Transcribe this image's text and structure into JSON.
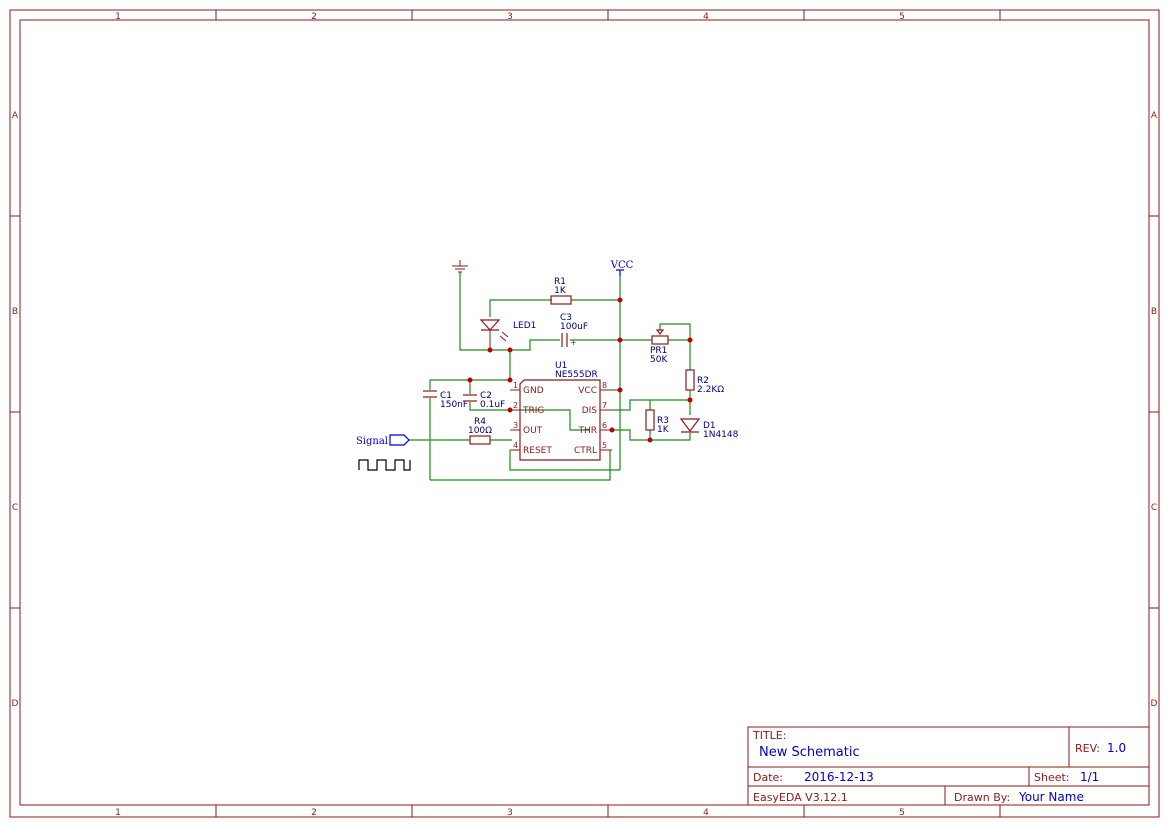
{
  "frame": {
    "columns": [
      "1",
      "2",
      "3",
      "4",
      "5"
    ],
    "rows": [
      "A",
      "B",
      "C",
      "D"
    ]
  },
  "components": {
    "r1": {
      "ref": "R1",
      "value": "1K"
    },
    "led1": {
      "ref": "LED1"
    },
    "c3": {
      "ref": "C3",
      "value": "100uF"
    },
    "pr1": {
      "ref": "PR1",
      "value": "50K"
    },
    "r2": {
      "ref": "R2",
      "value": "2.2KΩ"
    },
    "d1": {
      "ref": "D1",
      "value": "1N4148"
    },
    "r3": {
      "ref": "R3",
      "value": "1K"
    },
    "c1": {
      "ref": "C1",
      "value": "150nF"
    },
    "c2": {
      "ref": "C2",
      "value": "0.1uF"
    },
    "r4": {
      "ref": "R4",
      "value": "100Ω"
    },
    "u1": {
      "ref": "U1",
      "value": "NE555DR",
      "pins": {
        "p1": {
          "num": "1",
          "name": "GND"
        },
        "p2": {
          "num": "2",
          "name": "TRIG"
        },
        "p3": {
          "num": "3",
          "name": "OUT"
        },
        "p4": {
          "num": "4",
          "name": "RESET"
        },
        "p5": {
          "num": "5",
          "name": "CTRL"
        },
        "p6": {
          "num": "6",
          "name": "THR"
        },
        "p7": {
          "num": "7",
          "name": "DIS"
        },
        "p8": {
          "num": "8",
          "name": "VCC"
        }
      }
    }
  },
  "nets": {
    "vcc": "VCC",
    "signal": "Signal"
  },
  "title_block": {
    "title_label": "TITLE:",
    "title": "New Schematic",
    "rev_label": "REV:",
    "rev": "1.0",
    "date_label": "Date:",
    "date": "2016-12-13",
    "sheet_label": "Sheet:",
    "sheet": "1/1",
    "software": "EasyEDA V3.12.1",
    "drawn_by_label": "Drawn By:",
    "drawn_by": "Your Name"
  }
}
